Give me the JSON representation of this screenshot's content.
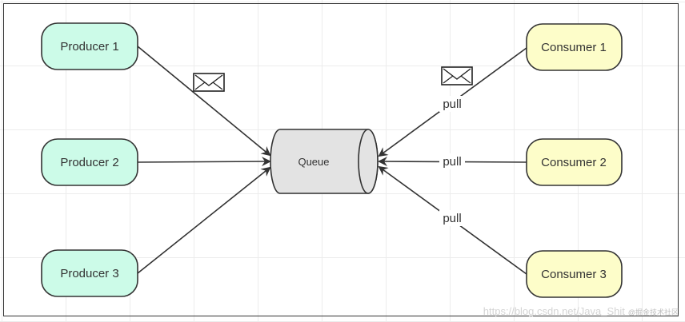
{
  "producers": [
    {
      "label": "Producer 1"
    },
    {
      "label": "Producer 2"
    },
    {
      "label": "Producer 3"
    }
  ],
  "consumers": [
    {
      "label": "Consumer 1"
    },
    {
      "label": "Consumer 2"
    },
    {
      "label": "Consumer 3"
    }
  ],
  "queue": {
    "label": "Queue"
  },
  "edges": {
    "pull_labels": [
      "pull",
      "pull",
      "pull"
    ]
  },
  "colors": {
    "producer_fill": "#ccfbe8",
    "consumer_fill": "#fdfdc9",
    "queue_fill": "#e3e3e3",
    "stroke": "#333333"
  },
  "icons": [
    "envelope-icon",
    "envelope-icon"
  ],
  "watermark": {
    "text": "https://blog.csdn.net/Java_Shit",
    "small": "@掘金技术社区"
  }
}
